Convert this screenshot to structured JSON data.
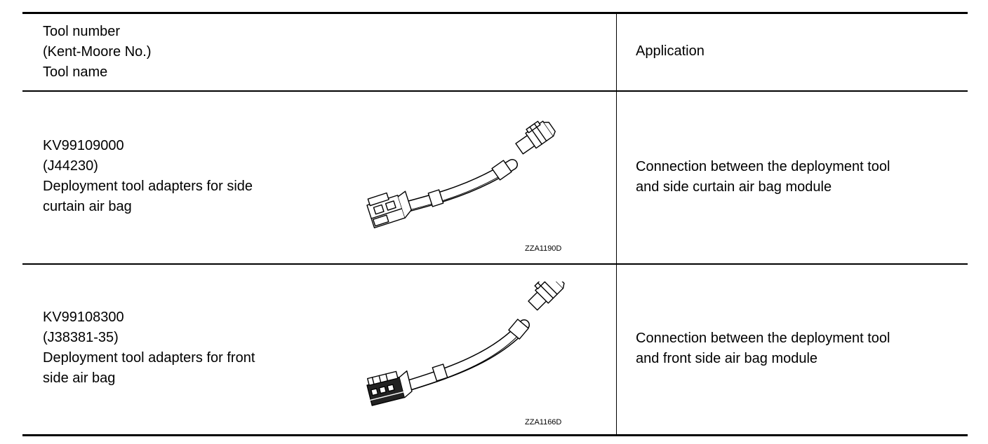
{
  "header": {
    "tool_lines": [
      "Tool number",
      "(Kent-Moore No.)",
      "Tool name"
    ],
    "application": "Application"
  },
  "rows": [
    {
      "tool_number": "KV99109000",
      "kent_moore": "(J44230)",
      "name_lines": [
        "Deployment tool adapters for side",
        "curtain air bag"
      ],
      "figure_code": "ZZA1190D",
      "application_lines": [
        "Connection between the deployment tool",
        "and side curtain air bag module"
      ]
    },
    {
      "tool_number": "KV99108300",
      "kent_moore": "(J38381-35)",
      "name_lines": [
        "Deployment tool adapters for front",
        "side air bag"
      ],
      "figure_code": "ZZA1166D",
      "application_lines": [
        "Connection between the deployment tool",
        "and front side air bag module"
      ]
    }
  ]
}
